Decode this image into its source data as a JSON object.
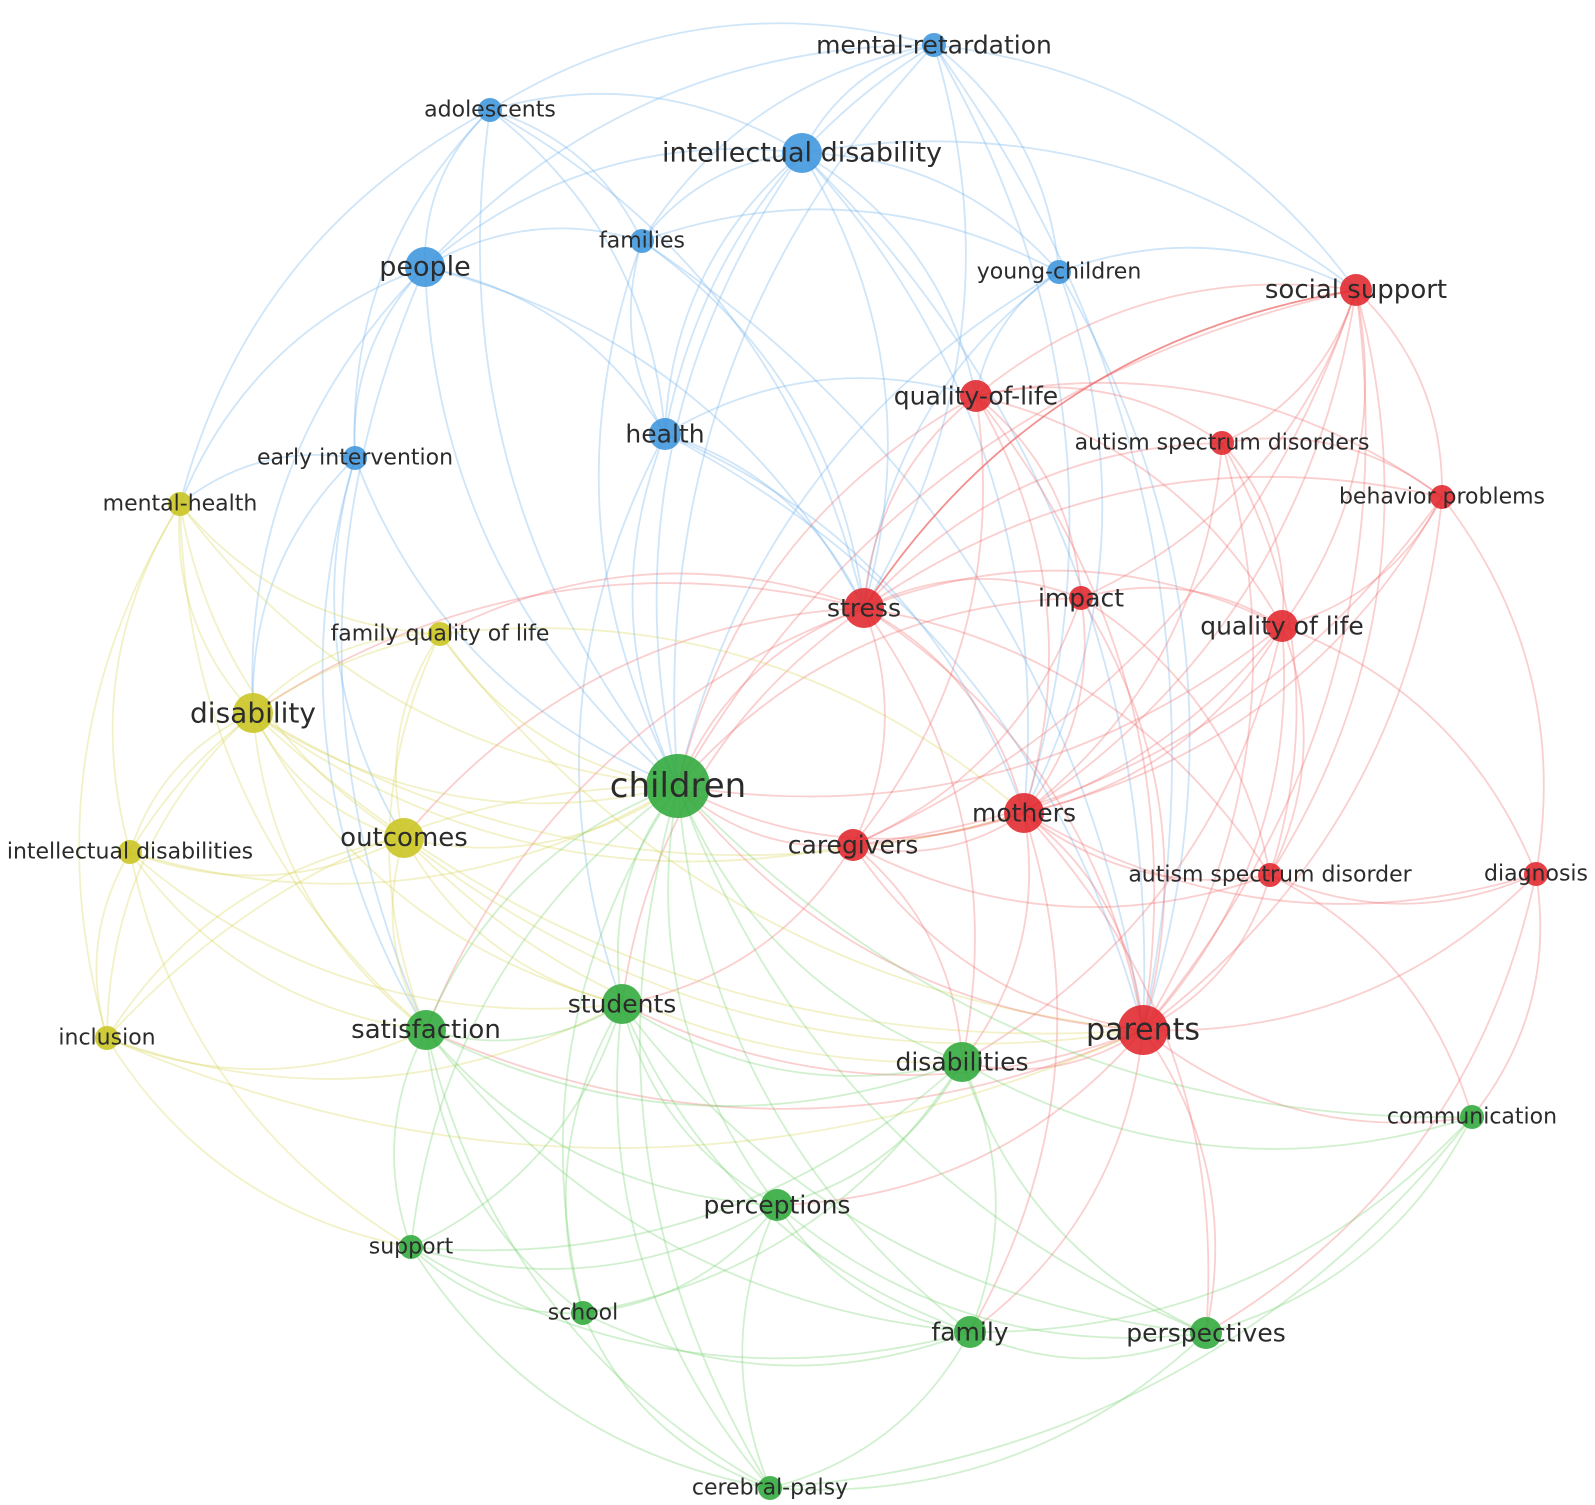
{
  "colors": {
    "red": "#e0262b",
    "blue": "#3d95dd",
    "green": "#2fa83a",
    "yellow": "#c9c41f",
    "edge_red": "#ef6b6b",
    "edge_blue": "#6aaee8",
    "edge_green": "#6fcf6a",
    "edge_yellow": "#d8d455"
  },
  "nodes": [
    {
      "id": "mental-retardation",
      "label": "mental-retardation",
      "cluster": "blue",
      "weight": 2
    },
    {
      "id": "adolescents",
      "label": "adolescents",
      "cluster": "blue",
      "weight": 2
    },
    {
      "id": "intellectual-disability",
      "label": "intellectual disability",
      "cluster": "blue",
      "weight": 4
    },
    {
      "id": "families",
      "label": "families",
      "cluster": "blue",
      "weight": 2
    },
    {
      "id": "people",
      "label": "people",
      "cluster": "blue",
      "weight": 4
    },
    {
      "id": "young-children",
      "label": "young-children",
      "cluster": "blue",
      "weight": 2
    },
    {
      "id": "health",
      "label": "health",
      "cluster": "blue",
      "weight": 3
    },
    {
      "id": "early-intervention",
      "label": "early intervention",
      "cluster": "blue",
      "weight": 2
    },
    {
      "id": "social-support",
      "label": "social support",
      "cluster": "red",
      "weight": 3
    },
    {
      "id": "quality-of-life-h",
      "label": "quality-of-life",
      "cluster": "red",
      "weight": 3
    },
    {
      "id": "autism-spectrum-disorders",
      "label": "autism spectrum disorders",
      "cluster": "red",
      "weight": 2
    },
    {
      "id": "behavior-problems",
      "label": "behavior problems",
      "cluster": "red",
      "weight": 2
    },
    {
      "id": "stress",
      "label": "stress",
      "cluster": "red",
      "weight": 4
    },
    {
      "id": "impact",
      "label": "impact",
      "cluster": "red",
      "weight": 2
    },
    {
      "id": "quality-of-life",
      "label": "quality of life",
      "cluster": "red",
      "weight": 3
    },
    {
      "id": "mothers",
      "label": "mothers",
      "cluster": "red",
      "weight": 4
    },
    {
      "id": "caregivers",
      "label": "caregivers",
      "cluster": "red",
      "weight": 3
    },
    {
      "id": "autism-spectrum-disorder",
      "label": "autism spectrum disorder",
      "cluster": "red",
      "weight": 2
    },
    {
      "id": "diagnosis",
      "label": "diagnosis",
      "cluster": "red",
      "weight": 2
    },
    {
      "id": "parents",
      "label": "parents",
      "cluster": "red",
      "weight": 5
    },
    {
      "id": "mental-health",
      "label": "mental-health",
      "cluster": "yellow",
      "weight": 2
    },
    {
      "id": "family-quality-of-life",
      "label": "family quality of life",
      "cluster": "yellow",
      "weight": 2
    },
    {
      "id": "disability",
      "label": "disability",
      "cluster": "yellow",
      "weight": 4
    },
    {
      "id": "intellectual-disabilities",
      "label": "intellectual disabilities",
      "cluster": "yellow",
      "weight": 2
    },
    {
      "id": "outcomes",
      "label": "outcomes",
      "cluster": "yellow",
      "weight": 4
    },
    {
      "id": "inclusion",
      "label": "inclusion",
      "cluster": "yellow",
      "weight": 2
    },
    {
      "id": "children",
      "label": "children",
      "cluster": "green",
      "weight": 6
    },
    {
      "id": "students",
      "label": "students",
      "cluster": "green",
      "weight": 4
    },
    {
      "id": "satisfaction",
      "label": "satisfaction",
      "cluster": "green",
      "weight": 4
    },
    {
      "id": "disabilities",
      "label": "disabilities",
      "cluster": "green",
      "weight": 4
    },
    {
      "id": "communication",
      "label": "communication",
      "cluster": "green",
      "weight": 2
    },
    {
      "id": "perceptions",
      "label": "perceptions",
      "cluster": "green",
      "weight": 3
    },
    {
      "id": "support",
      "label": "support",
      "cluster": "green",
      "weight": 2
    },
    {
      "id": "school",
      "label": "school",
      "cluster": "green",
      "weight": 2
    },
    {
      "id": "family",
      "label": "family",
      "cluster": "green",
      "weight": 3
    },
    {
      "id": "perspectives",
      "label": "perspectives",
      "cluster": "green",
      "weight": 3
    },
    {
      "id": "cerebral-palsy",
      "label": "cerebral-palsy",
      "cluster": "green",
      "weight": 2
    }
  ],
  "edges": [
    [
      "stress",
      "social-support",
      6
    ],
    [
      "intellectual-disability",
      "mental-retardation",
      2
    ],
    [
      "intellectual-disability",
      "adolescents",
      2
    ],
    [
      "intellectual-disability",
      "people",
      2
    ],
    [
      "intellectual-disability",
      "families",
      2
    ],
    [
      "intellectual-disability",
      "young-children",
      2
    ],
    [
      "intellectual-disability",
      "health",
      2
    ],
    [
      "intellectual-disability",
      "children",
      2
    ],
    [
      "intellectual-disability",
      "stress",
      1
    ],
    [
      "intellectual-disability",
      "parents",
      1
    ],
    [
      "intellectual-disability",
      "mothers",
      1
    ],
    [
      "intellectual-disability",
      "quality-of-life-h",
      1
    ],
    [
      "intellectual-disability",
      "social-support",
      1
    ],
    [
      "mental-retardation",
      "adolescents",
      1
    ],
    [
      "mental-retardation",
      "families",
      1
    ],
    [
      "mental-retardation",
      "young-children",
      1
    ],
    [
      "mental-retardation",
      "health",
      1
    ],
    [
      "mental-retardation",
      "people",
      1
    ],
    [
      "mental-retardation",
      "stress",
      1
    ],
    [
      "mental-retardation",
      "mothers",
      1
    ],
    [
      "mental-retardation",
      "parents",
      1
    ],
    [
      "mental-retardation",
      "social-support",
      1
    ],
    [
      "mental-retardation",
      "children",
      1
    ],
    [
      "adolescents",
      "people",
      1
    ],
    [
      "adolescents",
      "families",
      1
    ],
    [
      "adolescents",
      "health",
      1
    ],
    [
      "adolescents",
      "early-intervention",
      1
    ],
    [
      "adolescents",
      "children",
      1
    ],
    [
      "adolescents",
      "stress",
      1
    ],
    [
      "adolescents",
      "mental-health",
      1
    ],
    [
      "people",
      "families",
      1
    ],
    [
      "people",
      "health",
      2
    ],
    [
      "people",
      "early-intervention",
      2
    ],
    [
      "people",
      "children",
      1
    ],
    [
      "people",
      "stress",
      1
    ],
    [
      "people",
      "disability",
      1
    ],
    [
      "people",
      "mental-health",
      1
    ],
    [
      "people",
      "satisfaction",
      1
    ],
    [
      "families",
      "health",
      1
    ],
    [
      "families",
      "young-children",
      1
    ],
    [
      "families",
      "children",
      1
    ],
    [
      "families",
      "stress",
      1
    ],
    [
      "families",
      "parents",
      1
    ],
    [
      "young-children",
      "quality-of-life-h",
      1
    ],
    [
      "young-children",
      "stress",
      1
    ],
    [
      "young-children",
      "mothers",
      1
    ],
    [
      "young-children",
      "parents",
      1
    ],
    [
      "young-children",
      "social-support",
      1
    ],
    [
      "young-children",
      "children",
      1
    ],
    [
      "health",
      "children",
      2
    ],
    [
      "health",
      "stress",
      1
    ],
    [
      "health",
      "mothers",
      1
    ],
    [
      "health",
      "quality-of-life-h",
      1
    ],
    [
      "health",
      "parents",
      1
    ],
    [
      "health",
      "students",
      1
    ],
    [
      "early-intervention",
      "children",
      1
    ],
    [
      "early-intervention",
      "mental-health",
      1
    ],
    [
      "early-intervention",
      "disability",
      1
    ],
    [
      "early-intervention",
      "satisfaction",
      1
    ],
    [
      "early-intervention",
      "outcomes",
      1
    ],
    [
      "social-support",
      "quality-of-life-h",
      2
    ],
    [
      "social-support",
      "autism-spectrum-disorders",
      2
    ],
    [
      "social-support",
      "behavior-problems",
      3
    ],
    [
      "social-support",
      "quality-of-life",
      2
    ],
    [
      "social-support",
      "mothers",
      2
    ],
    [
      "social-support",
      "caregivers",
      1
    ],
    [
      "social-support",
      "parents",
      2
    ],
    [
      "social-support",
      "impact",
      1
    ],
    [
      "social-support",
      "autism-spectrum-disorder",
      1
    ],
    [
      "social-support",
      "children",
      1
    ],
    [
      "quality-of-life-h",
      "stress",
      2
    ],
    [
      "quality-of-life-h",
      "autism-spectrum-disorders",
      1
    ],
    [
      "quality-of-life-h",
      "impact",
      1
    ],
    [
      "quality-of-life-h",
      "quality-of-life",
      1
    ],
    [
      "quality-of-life-h",
      "mothers",
      2
    ],
    [
      "quality-of-life-h",
      "caregivers",
      2
    ],
    [
      "quality-of-life-h",
      "parents",
      2
    ],
    [
      "quality-of-life-h",
      "children",
      2
    ],
    [
      "quality-of-life-h",
      "behavior-problems",
      1
    ],
    [
      "autism-spectrum-disorders",
      "stress",
      1
    ],
    [
      "autism-spectrum-disorders",
      "quality-of-life",
      1
    ],
    [
      "autism-spectrum-disorders",
      "parents",
      2
    ],
    [
      "autism-spectrum-disorders",
      "mothers",
      1
    ],
    [
      "autism-spectrum-disorders",
      "behavior-problems",
      1
    ],
    [
      "autism-spectrum-disorders",
      "autism-spectrum-disorder",
      1
    ],
    [
      "behavior-problems",
      "stress",
      1
    ],
    [
      "behavior-problems",
      "mothers",
      2
    ],
    [
      "behavior-problems",
      "parents",
      2
    ],
    [
      "behavior-problems",
      "quality-of-life",
      1
    ],
    [
      "behavior-problems",
      "diagnosis",
      1
    ],
    [
      "behavior-problems",
      "caregivers",
      1
    ],
    [
      "stress",
      "impact",
      1
    ],
    [
      "stress",
      "quality-of-life",
      1
    ],
    [
      "stress",
      "mothers",
      3
    ],
    [
      "stress",
      "caregivers",
      2
    ],
    [
      "stress",
      "parents",
      3
    ],
    [
      "stress",
      "children",
      3
    ],
    [
      "stress",
      "disabilities",
      1
    ],
    [
      "stress",
      "autism-spectrum-disorder",
      1
    ],
    [
      "stress",
      "disability",
      1
    ],
    [
      "stress",
      "family-quality-of-life",
      1
    ],
    [
      "stress",
      "outcomes",
      1
    ],
    [
      "stress",
      "satisfaction",
      1
    ],
    [
      "stress",
      "students",
      1
    ],
    [
      "impact",
      "quality-of-life",
      1
    ],
    [
      "impact",
      "mothers",
      2
    ],
    [
      "impact",
      "parents",
      2
    ],
    [
      "impact",
      "caregivers",
      1
    ],
    [
      "impact",
      "children",
      1
    ],
    [
      "impact",
      "autism-spectrum-disorder",
      1
    ],
    [
      "quality-of-life",
      "mothers",
      2
    ],
    [
      "quality-of-life",
      "caregivers",
      2
    ],
    [
      "quality-of-life",
      "parents",
      2
    ],
    [
      "quality-of-life",
      "children",
      2
    ],
    [
      "quality-of-life",
      "autism-spectrum-disorder",
      1
    ],
    [
      "quality-of-life",
      "diagnosis",
      1
    ],
    [
      "quality-of-life",
      "disabilities",
      1
    ],
    [
      "mothers",
      "caregivers",
      2
    ],
    [
      "mothers",
      "parents",
      3
    ],
    [
      "mothers",
      "children",
      3
    ],
    [
      "mothers",
      "autism-spectrum-disorder",
      1
    ],
    [
      "mothers",
      "disabilities",
      1
    ],
    [
      "mothers",
      "diagnosis",
      1
    ],
    [
      "mothers",
      "family",
      1
    ],
    [
      "mothers",
      "perspectives",
      1
    ],
    [
      "caregivers",
      "parents",
      2
    ],
    [
      "caregivers",
      "children",
      2
    ],
    [
      "caregivers",
      "disabilities",
      1
    ],
    [
      "caregivers",
      "autism-spectrum-disorder",
      1
    ],
    [
      "caregivers",
      "students",
      1
    ],
    [
      "autism-spectrum-disorder",
      "parents",
      2
    ],
    [
      "autism-spectrum-disorder",
      "diagnosis",
      1
    ],
    [
      "autism-spectrum-disorder",
      "communication",
      1
    ],
    [
      "diagnosis",
      "parents",
      1
    ],
    [
      "diagnosis",
      "communication",
      1
    ],
    [
      "diagnosis",
      "perspectives",
      1
    ],
    [
      "parents",
      "children",
      3
    ],
    [
      "parents",
      "disabilities",
      2
    ],
    [
      "parents",
      "students",
      1
    ],
    [
      "parents",
      "family",
      1
    ],
    [
      "parents",
      "perspectives",
      1
    ],
    [
      "parents",
      "communication",
      1
    ],
    [
      "parents",
      "satisfaction",
      1
    ],
    [
      "parents",
      "perceptions",
      1
    ],
    [
      "mental-health",
      "disability",
      2
    ],
    [
      "mental-health",
      "family-quality-of-life",
      1
    ],
    [
      "mental-health",
      "intellectual-disabilities",
      1
    ],
    [
      "mental-health",
      "inclusion",
      1
    ],
    [
      "mental-health",
      "outcomes",
      1
    ],
    [
      "mental-health",
      "children",
      1
    ],
    [
      "mental-health",
      "satisfaction",
      1
    ],
    [
      "family-quality-of-life",
      "disability",
      2
    ],
    [
      "family-quality-of-life",
      "outcomes",
      1
    ],
    [
      "family-quality-of-life",
      "intellectual-disabilities",
      1
    ],
    [
      "family-quality-of-life",
      "children",
      1
    ],
    [
      "family-quality-of-life",
      "parents",
      1
    ],
    [
      "family-quality-of-life",
      "mothers",
      1
    ],
    [
      "family-quality-of-life",
      "satisfaction",
      1
    ],
    [
      "disability",
      "intellectual-disabilities",
      2
    ],
    [
      "disability",
      "outcomes",
      2
    ],
    [
      "disability",
      "inclusion",
      1
    ],
    [
      "disability",
      "children",
      2
    ],
    [
      "disability",
      "satisfaction",
      1
    ],
    [
      "disability",
      "students",
      1
    ],
    [
      "disability",
      "parents",
      1
    ],
    [
      "disability",
      "mothers",
      1
    ],
    [
      "disability",
      "caregivers",
      1
    ],
    [
      "intellectual-disabilities",
      "inclusion",
      2
    ],
    [
      "intellectual-disabilities",
      "outcomes",
      1
    ],
    [
      "intellectual-disabilities",
      "children",
      1
    ],
    [
      "intellectual-disabilities",
      "satisfaction",
      1
    ],
    [
      "intellectual-disabilities",
      "support",
      1
    ],
    [
      "intellectual-disabilities",
      "students",
      1
    ],
    [
      "outcomes",
      "children",
      2
    ],
    [
      "outcomes",
      "satisfaction",
      1
    ],
    [
      "outcomes",
      "students",
      1
    ],
    [
      "outcomes",
      "parents",
      1
    ],
    [
      "outcomes",
      "disabilities",
      1
    ],
    [
      "outcomes",
      "inclusion",
      1
    ],
    [
      "inclusion",
      "satisfaction",
      1
    ],
    [
      "inclusion",
      "students",
      1
    ],
    [
      "inclusion",
      "support",
      1
    ],
    [
      "inclusion",
      "children",
      1
    ],
    [
      "inclusion",
      "parents",
      1
    ],
    [
      "children",
      "students",
      2
    ],
    [
      "children",
      "satisfaction",
      2
    ],
    [
      "children",
      "disabilities",
      2
    ],
    [
      "children",
      "perceptions",
      2
    ],
    [
      "children",
      "support",
      1
    ],
    [
      "children",
      "school",
      1
    ],
    [
      "children",
      "family",
      2
    ],
    [
      "children",
      "perspectives",
      1
    ],
    [
      "children",
      "cerebral-palsy",
      1
    ],
    [
      "children",
      "communication",
      1
    ],
    [
      "students",
      "satisfaction",
      2
    ],
    [
      "students",
      "disabilities",
      2
    ],
    [
      "students",
      "perceptions",
      2
    ],
    [
      "students",
      "support",
      2
    ],
    [
      "students",
      "school",
      2
    ],
    [
      "students",
      "family",
      1
    ],
    [
      "students",
      "perspectives",
      1
    ],
    [
      "students",
      "cerebral-palsy",
      1
    ],
    [
      "satisfaction",
      "disabilities",
      1
    ],
    [
      "satisfaction",
      "support",
      2
    ],
    [
      "satisfaction",
      "school",
      1
    ],
    [
      "satisfaction",
      "perceptions",
      1
    ],
    [
      "satisfaction",
      "family",
      1
    ],
    [
      "satisfaction",
      "cerebral-palsy",
      1
    ],
    [
      "disabilities",
      "perceptions",
      1
    ],
    [
      "disabilities",
      "family",
      2
    ],
    [
      "disabilities",
      "perspectives",
      1
    ],
    [
      "disabilities",
      "communication",
      1
    ],
    [
      "disabilities",
      "school",
      1
    ],
    [
      "disabilities",
      "support",
      1
    ],
    [
      "communication",
      "perspectives",
      1
    ],
    [
      "communication",
      "family",
      1
    ],
    [
      "communication",
      "cerebral-palsy",
      1
    ],
    [
      "perceptions",
      "family",
      1
    ],
    [
      "perceptions",
      "perspectives",
      1
    ],
    [
      "perceptions",
      "school",
      1
    ],
    [
      "perceptions",
      "support",
      1
    ],
    [
      "perceptions",
      "cerebral-palsy",
      1
    ],
    [
      "support",
      "school",
      1
    ],
    [
      "support",
      "family",
      1
    ],
    [
      "support",
      "cerebral-palsy",
      1
    ],
    [
      "school",
      "family",
      1
    ],
    [
      "school",
      "cerebral-palsy",
      1
    ],
    [
      "family",
      "perspectives",
      2
    ],
    [
      "family",
      "cerebral-palsy",
      1
    ],
    [
      "perspectives",
      "cerebral-palsy",
      1
    ]
  ]
}
